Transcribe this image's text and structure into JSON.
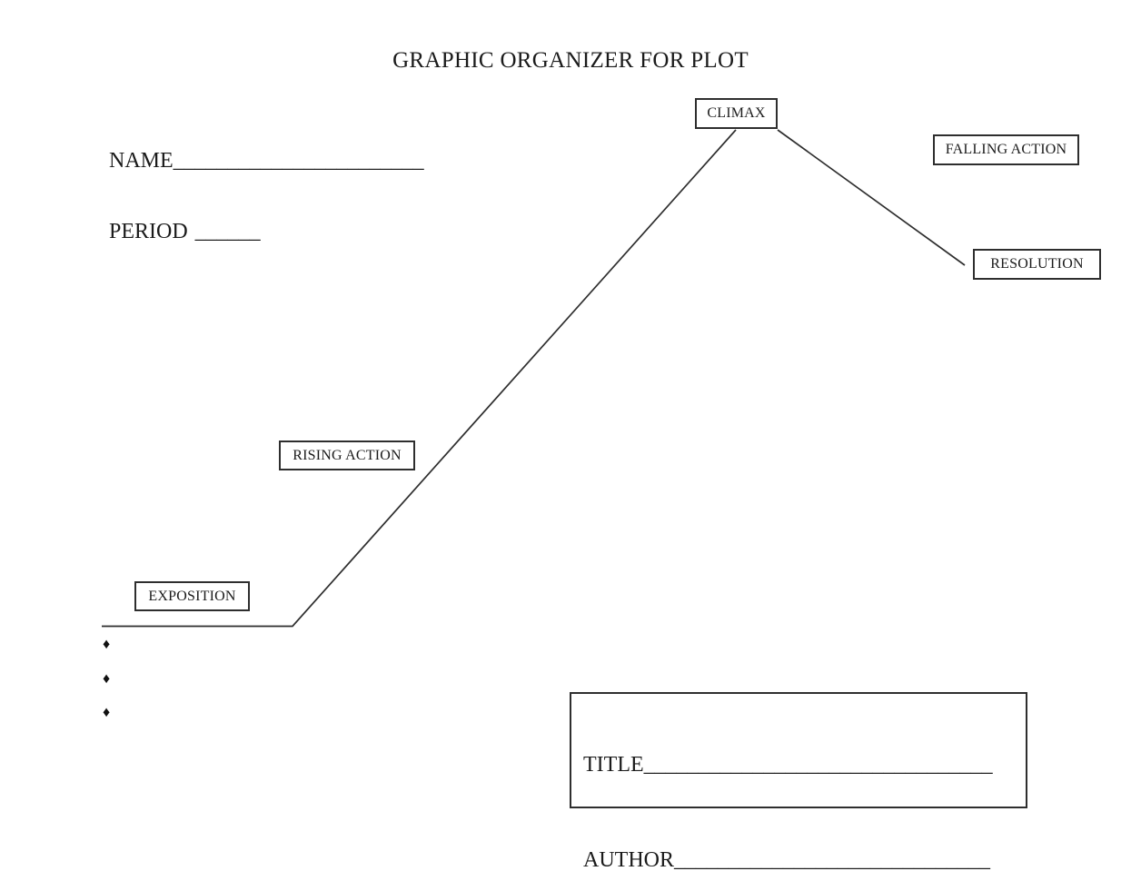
{
  "document": {
    "title": "GRAPHIC ORGANIZER FOR PLOT"
  },
  "header_fields": {
    "name_label": "NAME",
    "name_blank": "_______________________",
    "period_label": "PERIOD",
    "period_blank": "______"
  },
  "plot_diagram": {
    "line_color": "#2e2e2e",
    "climax_label": "CLIMAX",
    "falling_action_label": "FALLING ACTION",
    "resolution_label": "RESOLUTION",
    "rising_action_label": "RISING ACTION",
    "exposition_label": "EXPOSITION",
    "bullet_glyph": "♦"
  },
  "book_info_box": {
    "title_label": "TITLE",
    "title_blank": "________________________________",
    "author_label": "AUTHOR",
    "author_blank": "_____________________________"
  }
}
